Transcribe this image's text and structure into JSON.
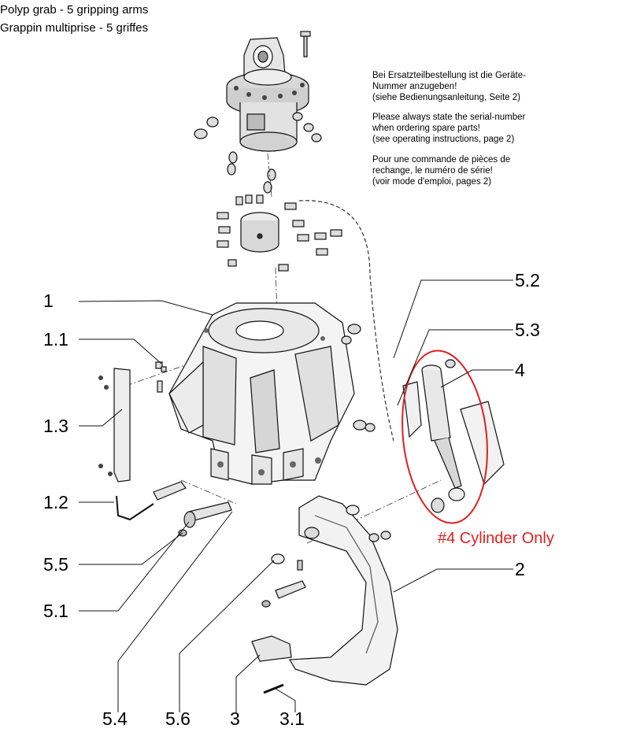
{
  "title": {
    "de": "Polyp grab - 5 gripping arms",
    "fr": "Grappin multiprise - 5 griffes"
  },
  "notes": {
    "de": "Bei Ersatzteilbestellung ist die Geräte-\nNummer anzugeben!\n(siehe Bedienungsanleitung, Seite 2)",
    "en": "Please always state the serial-number\nwhen ordering spare parts!\n(see operating instructions, page 2)",
    "fr": "Pour une commande de pièces de\nrechange, le numéro de série!\n(voir mode d'emploi, pages 2)"
  },
  "callouts": {
    "c1": "1",
    "c1_1": "1.1",
    "c1_3": "1.3",
    "c1_2": "1.2",
    "c5_5": "5.5",
    "c5_1": "5.1",
    "c5_4": "5.4",
    "c5_6": "5.6",
    "c3": "3",
    "c3_1": "3.1",
    "c2": "2",
    "c4": "4",
    "c5_2": "5.2",
    "c5_3": "5.3"
  },
  "annotation": {
    "text": "#4 Cylinder Only",
    "color": "#e02020"
  }
}
